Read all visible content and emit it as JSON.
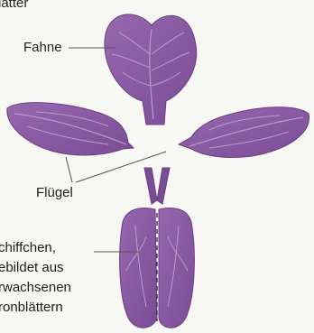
{
  "labels": {
    "top_partial": "lätter",
    "fahne": "Fahne",
    "fluegel": "Flügel",
    "schiffchen": [
      "chiffchen,",
      "ebildet aus",
      "rwachsenen",
      "ronblättern"
    ]
  },
  "colors": {
    "petal_fill": "#8c5ba3",
    "petal_dark": "#6c3e85",
    "vein": "#b99bcb",
    "leader_line": "#555555",
    "background": "#f7f7f3"
  }
}
